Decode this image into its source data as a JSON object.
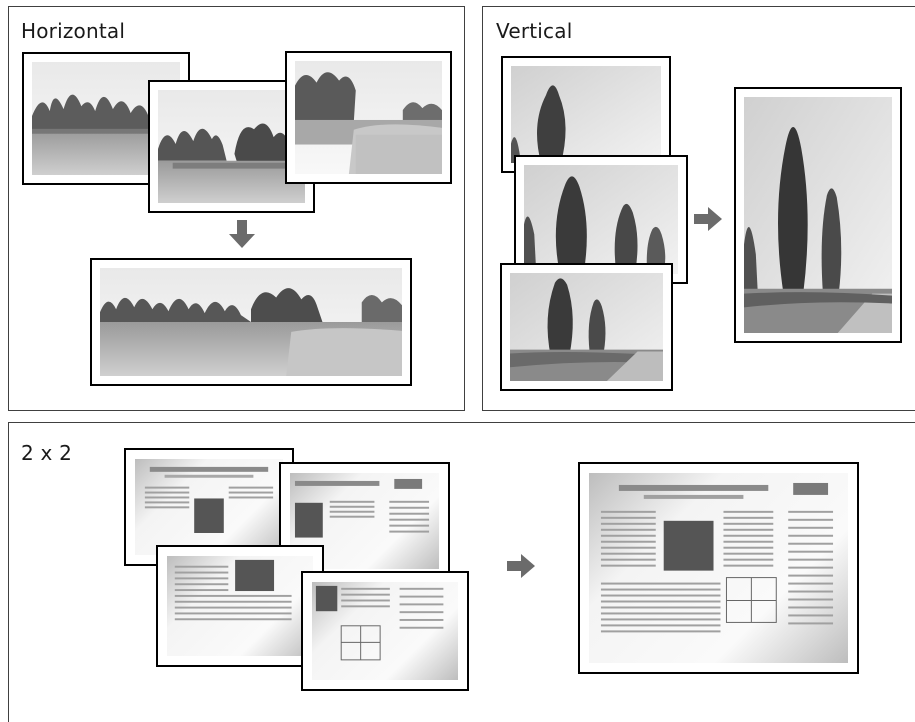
{
  "panels": {
    "horizontal": {
      "label": "Horizontal"
    },
    "vertical": {
      "label": "Vertical"
    },
    "two_by_two": {
      "label": "2 x 2"
    }
  },
  "icons": {
    "arrow_down": "arrow-down-icon",
    "arrow_right": "arrow-right-icon"
  },
  "colors": {
    "frame_border": "#000000",
    "panel_border": "#404040",
    "arrow": "#6b6b6b"
  }
}
